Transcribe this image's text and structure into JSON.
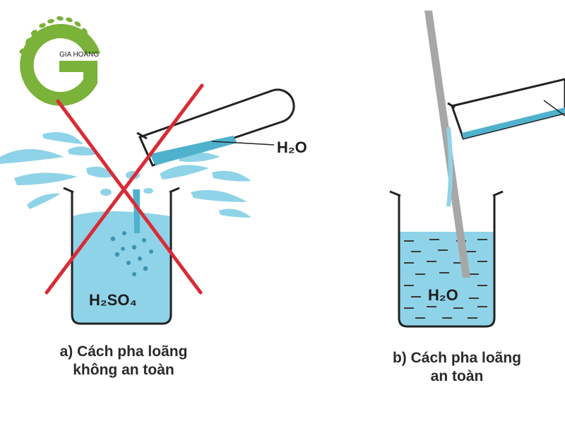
{
  "logo": {
    "brand_text": "GIA HOÀNG",
    "letter": "G",
    "color": "#7ab23a"
  },
  "panel_a": {
    "flask_label": "H₂SO₄",
    "pour_label": "H₂O",
    "caption_line1": "a) Cách pha loãng",
    "caption_line2": "không an toàn",
    "cross_color": "#d92b35"
  },
  "panel_b": {
    "flask_label": "H₂O",
    "caption_line1": "b) Cách pha loãng",
    "caption_line2": "an toàn"
  },
  "colors": {
    "liquid": "#8fd3e8",
    "liquid_dark": "#4fb1cc",
    "outline": "#222222",
    "rod": "#a7a7a7"
  }
}
